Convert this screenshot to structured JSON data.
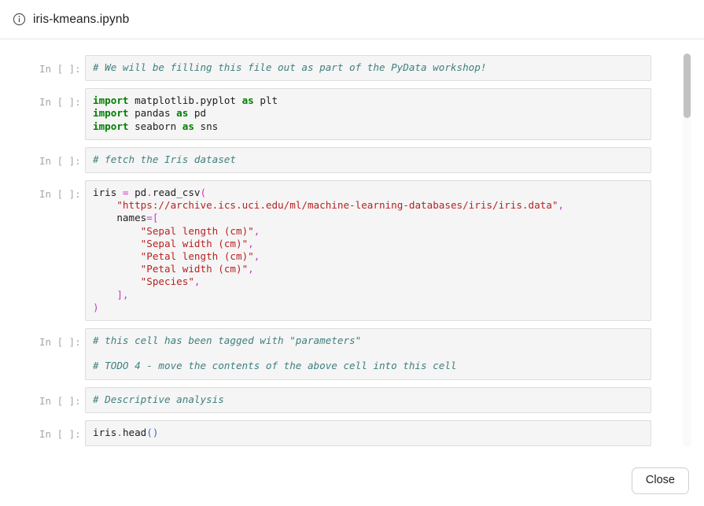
{
  "header": {
    "icon": "info-circle-icon",
    "title": "iris-kmeans.ipynb"
  },
  "notebook": {
    "prompt_label": "In [ ]:",
    "cells": [
      {
        "id": "cell-1",
        "prompt": "In [ ]:",
        "source": "# We will be filling this file out as part of the PyData workshop!"
      },
      {
        "id": "cell-2",
        "prompt": "In [ ]:",
        "source": "import matplotlib.pyplot as plt\nimport pandas as pd\nimport seaborn as sns"
      },
      {
        "id": "cell-3",
        "prompt": "In [ ]:",
        "source": "# fetch the Iris dataset"
      },
      {
        "id": "cell-4",
        "prompt": "In [ ]:",
        "source": "iris = pd.read_csv(\n    \"https://archive.ics.uci.edu/ml/machine-learning-databases/iris/iris.data\",\n    names=[\n        \"Sepal length (cm)\",\n        \"Sepal width (cm)\",\n        \"Petal length (cm)\",\n        \"Petal width (cm)\",\n        \"Species\",\n    ],\n)"
      },
      {
        "id": "cell-5",
        "prompt": "In [ ]:",
        "source": "# this cell has been tagged with \"parameters\"\n\n# TODO 4 - move the contents of the above cell into this cell"
      },
      {
        "id": "cell-6",
        "prompt": "In [ ]:",
        "source": "# Descriptive analysis"
      },
      {
        "id": "cell-7",
        "prompt": "In [ ]:",
        "source": "iris.head()"
      }
    ]
  },
  "footer": {
    "close_label": "Close"
  },
  "colors": {
    "comment": "#408080",
    "keyword": "#008000",
    "string": "#ba2121",
    "operator": "#cc33cc",
    "paren": "#3b6bcc",
    "cell_bg": "#f5f5f5",
    "cell_border": "#dddddd",
    "prompt": "#a6a6a6"
  }
}
